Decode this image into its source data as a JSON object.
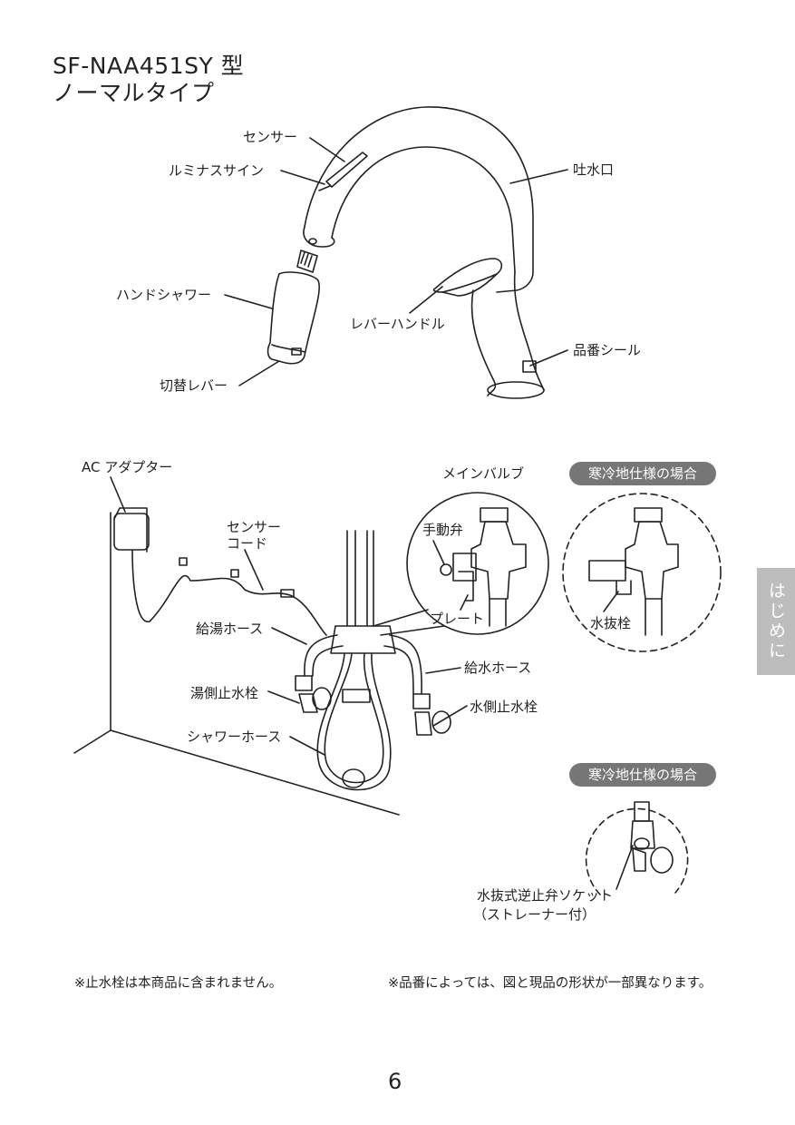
{
  "header": {
    "model": "SF-NAA451SY 型",
    "type": "ノーマルタイプ"
  },
  "faucet_labels": {
    "sensor": "センサー",
    "luminous_sign": "ルミナスサイン",
    "spout": "吐水口",
    "hand_shower": "ハンドシャワー",
    "lever_handle": "レバーハンドル",
    "product_seal": "品番シール",
    "switch_lever": "切替レバー"
  },
  "install_labels": {
    "ac_adapter": "AC アダプター",
    "sensor_cord_1": "センサー",
    "sensor_cord_2": "コード",
    "main_valve": "メインバルブ",
    "manual_valve": "手動弁",
    "plate": "プレート",
    "hot_hose": "給湯ホース",
    "cold_hose": "給水ホース",
    "hot_stop": "湯側止水栓",
    "cold_stop": "水側止水栓",
    "shower_hose": "シャワーホース",
    "cold_spec_1": "寒冷地仕様の場合",
    "drain_plug": "水抜栓",
    "cold_spec_2": "寒冷地仕様の場合",
    "drain_socket_1": "水抜式逆止弁ソケット",
    "drain_socket_2": "（ストレーナー付）"
  },
  "side_tab": "はじめに",
  "notes": {
    "left": "※止水栓は本商品に含まれません。",
    "right": "※品番によっては、図と現品の形状が一部異なります。"
  },
  "page_number": "6"
}
